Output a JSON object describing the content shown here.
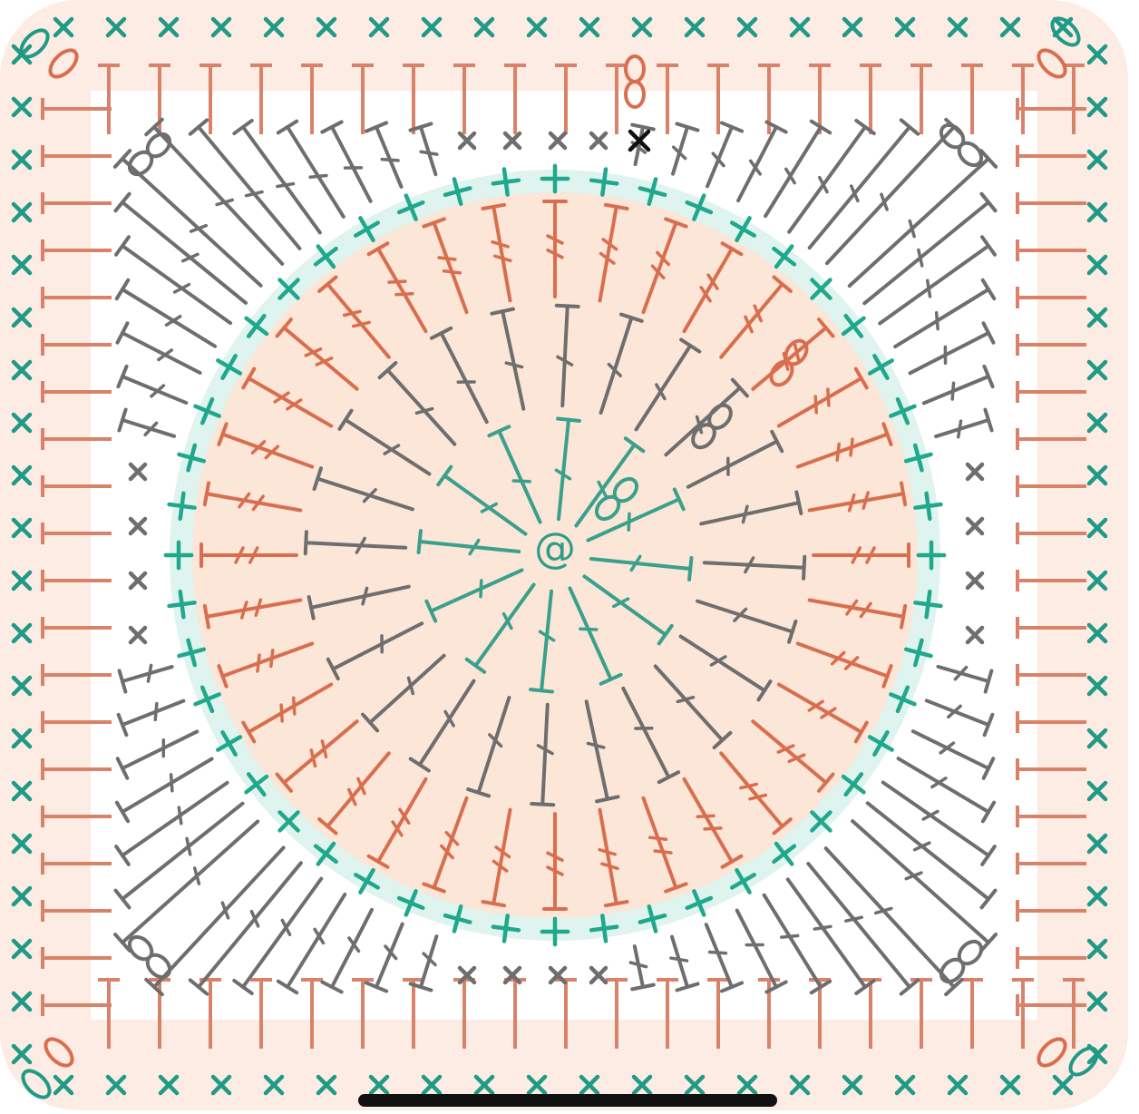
{
  "diagram": {
    "type": "crochet-chart",
    "shape": "circle-in-square",
    "center": {
      "symbol": "magic-ring",
      "glyph": "@"
    },
    "rounds": [
      {
        "round": 1,
        "stitch": "treble",
        "count": 12,
        "color": "#3aa08c"
      },
      {
        "round": 2,
        "stitch": "treble",
        "count": 24,
        "color": "#6e6e6e"
      },
      {
        "round": 3,
        "stitch": "treble",
        "count": 36,
        "color": "#d96e4e"
      },
      {
        "round": 4,
        "stitch": "single-crochet",
        "count": 48,
        "color": "#1fa88c"
      },
      {
        "round": 5,
        "stitch": "mixed-treble-to-square",
        "color": "#6e6e6e"
      },
      {
        "round": 6,
        "stitch": "half-double",
        "color": "#d9826a"
      },
      {
        "round": 7,
        "stitch": "single-crochet-border",
        "color": "#1f9a86"
      }
    ],
    "fills": {
      "circle": "#fbe6d8",
      "circle_halo": "#dff4ee",
      "square_fill": "#fdece3",
      "square_border_glow": "#d7f1ea"
    },
    "markers": {
      "chain_symbol": "8",
      "slip_symbol": "o",
      "black_start": "x"
    }
  }
}
